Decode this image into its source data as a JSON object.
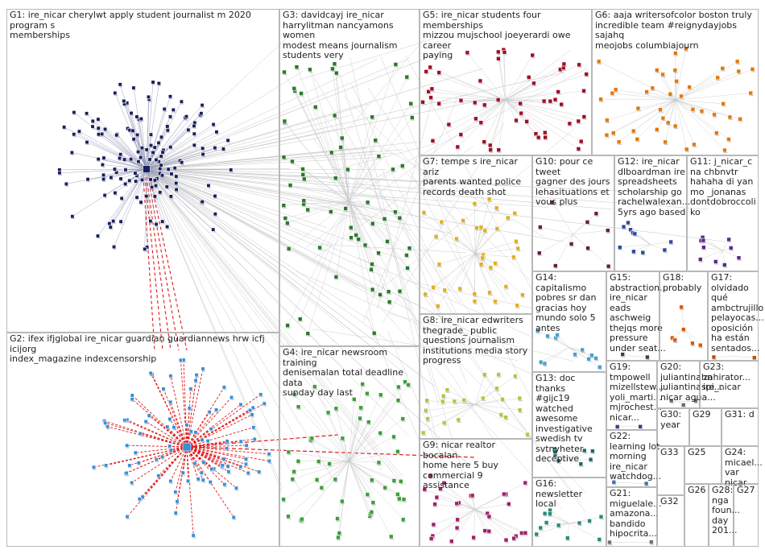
{
  "groups": [
    {
      "id": "G1",
      "label": "G1: ire_nicar cherylwt apply student journalist m 2020 program s\nmemberships"
    },
    {
      "id": "G2",
      "label": "G2: ifex ifjglobal ire_nicar guardian guardiannews hrw icfj icijorg\nindex_magazine indexcensorship"
    },
    {
      "id": "G3",
      "label": "G3: davidcayj ire_nicar\nharrylitman nancyamons women\nmodest means journalism\nstudents very"
    },
    {
      "id": "G4",
      "label": "G4: ire_nicar newsroom training\ndenisemalan total deadline data\nsunday day last"
    },
    {
      "id": "G5",
      "label": "G5: ire_nicar students four memberships\nmizzou mujschool joeyerardi owe career\npaying"
    },
    {
      "id": "G6",
      "label": "G6: aaja writersofcolor boston truly\nincredible team #reignydayjobs sajahq\nmeojobs columbiajourn"
    },
    {
      "id": "G7",
      "label": "G7: tempe s ire_nicar ariz\nparents wanted police\nrecords death shot"
    },
    {
      "id": "G8",
      "label": "G8: ire_nicar edwriters\nthegrade_ public\nquestions journalism\ninstitutions media story\nprogress"
    },
    {
      "id": "G9",
      "label": "G9: nicar realtor bocalan\nhome here 5 buy\ncommercial 9 assistance"
    },
    {
      "id": "G10",
      "label": "G10: pour ce tweet\ngagner des jours\nlehasituations et\nvous plus"
    },
    {
      "id": "G11",
      "label": "G11: j_nicar_c\nna chbnvtr\nhahaha di yan\nmo _jonanas\ndontdobroccoli\nko"
    },
    {
      "id": "G12",
      "label": "G12: ire_nicar\ndlboardman ire\nspreadsheets\nscholarship go\nrachelwalexan...\n5yrs ago based"
    },
    {
      "id": "G13",
      "label": "G13: doc thanks\n#gijc19 watched\nawesome\ninvestigative\nswedish tv\nsvtnyheter\ndeceptive"
    },
    {
      "id": "G14",
      "label": "G14: capitalismo\npobres sr dan\ngracias hoy\nmundo solo 5\nantes"
    },
    {
      "id": "G15",
      "label": "G15:\nabstraction...\nire_nicar\neads\naschweig\nthejqs more\npressure\nunder seat..."
    },
    {
      "id": "G16",
      "label": "G16: newsletter\nlocal"
    },
    {
      "id": "G17",
      "label": "G17:\nolvidado\nqué\nambctrujillo\npelayocas...\noposición\nha están\nsentados..."
    },
    {
      "id": "G18",
      "label": "G18:\nprobably"
    },
    {
      "id": "G19",
      "label": "G19:\ntmpowell\nmizellstew...\nyoli_marti...\nmjrochest...\nnicar..."
    },
    {
      "id": "G20",
      "label": "G20:\njuliantinahn\njuliantinaspi...\nnicar agua..."
    },
    {
      "id": "G21",
      "label": "G21:\nmiguelale...\namazona...\nbandido\nhipocrita..."
    },
    {
      "id": "G22",
      "label": "G22:\nlearning lot\nmorning\nire_nicar\nwatchdog..."
    },
    {
      "id": "G23",
      "label": "G23:\nzahirator...\nire_nicar"
    },
    {
      "id": "G24",
      "label": "G24:\nmicael...\nvar nicar"
    },
    {
      "id": "G25",
      "label": "G25"
    },
    {
      "id": "G26",
      "label": "G26"
    },
    {
      "id": "G27",
      "label": "G27"
    },
    {
      "id": "G28",
      "label": "G28:\nnga\nfoun...\nday\n201..."
    },
    {
      "id": "G29",
      "label": "G29"
    },
    {
      "id": "G30",
      "label": "G30:\nyear"
    },
    {
      "id": "G31",
      "label": "G31: d"
    },
    {
      "id": "G32",
      "label": "G32"
    },
    {
      "id": "G33",
      "label": "G33"
    }
  ],
  "colors": {
    "G1": "#1a1f5e",
    "G2": "#3a8fd8",
    "G3": "#2a7a2a",
    "G4": "#3aa03a",
    "G5": "#a01025",
    "G6": "#e07a10",
    "G7": "#e0b020",
    "G8": "#b0c840",
    "G9": "#a0206a",
    "G10": "#6a1a4a",
    "G11": "#5a2a8a",
    "G12": "#304a9a",
    "G13": "#206a6a",
    "G14": "#4aa0c8",
    "G15": "#404040",
    "G16": "#2a8a7a",
    "G17": "#c04a10",
    "G18": "#d85a00",
    "G19": "#403a8a",
    "G20": "#6a6a6a",
    "G21": "#707070",
    "G22": "#4a6ab0",
    "edge": "#c8c8c8",
    "red_edge": "#e01a1a"
  }
}
